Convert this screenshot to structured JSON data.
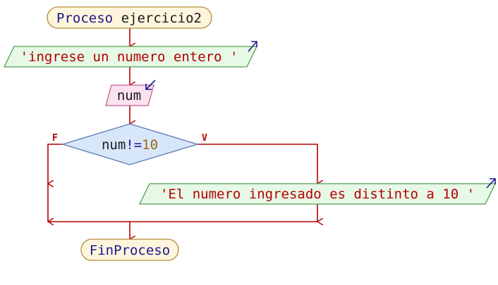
{
  "start": {
    "keyword": "Proceso",
    "name": "ejercicio2"
  },
  "output1": {
    "text": "'ingrese un numero entero '"
  },
  "input1": {
    "text": "num"
  },
  "decision": {
    "var": "num",
    "op": "!=",
    "num": "10",
    "false_label": "F",
    "true_label": "V"
  },
  "output2": {
    "text": "'El numero ingresado es distinto a 10 '"
  },
  "end": {
    "text": "FinProceso"
  },
  "colors": {
    "terminal_fill": "#fff5dc",
    "terminal_stroke": "#b48c3c",
    "keyword": "#1a1a8c",
    "text": "#1a1a1a",
    "string": "#b40000",
    "number": "#a06414",
    "output_fill": "#e6f8e6",
    "output_stroke": "#50a050",
    "input_fill": "#fbe2ef",
    "input_stroke": "#c06090",
    "decision_fill": "#d8e6fa",
    "decision_stroke": "#5a78b4",
    "flow_line": "#b40000",
    "io_arrow": "#1a1a8c"
  }
}
